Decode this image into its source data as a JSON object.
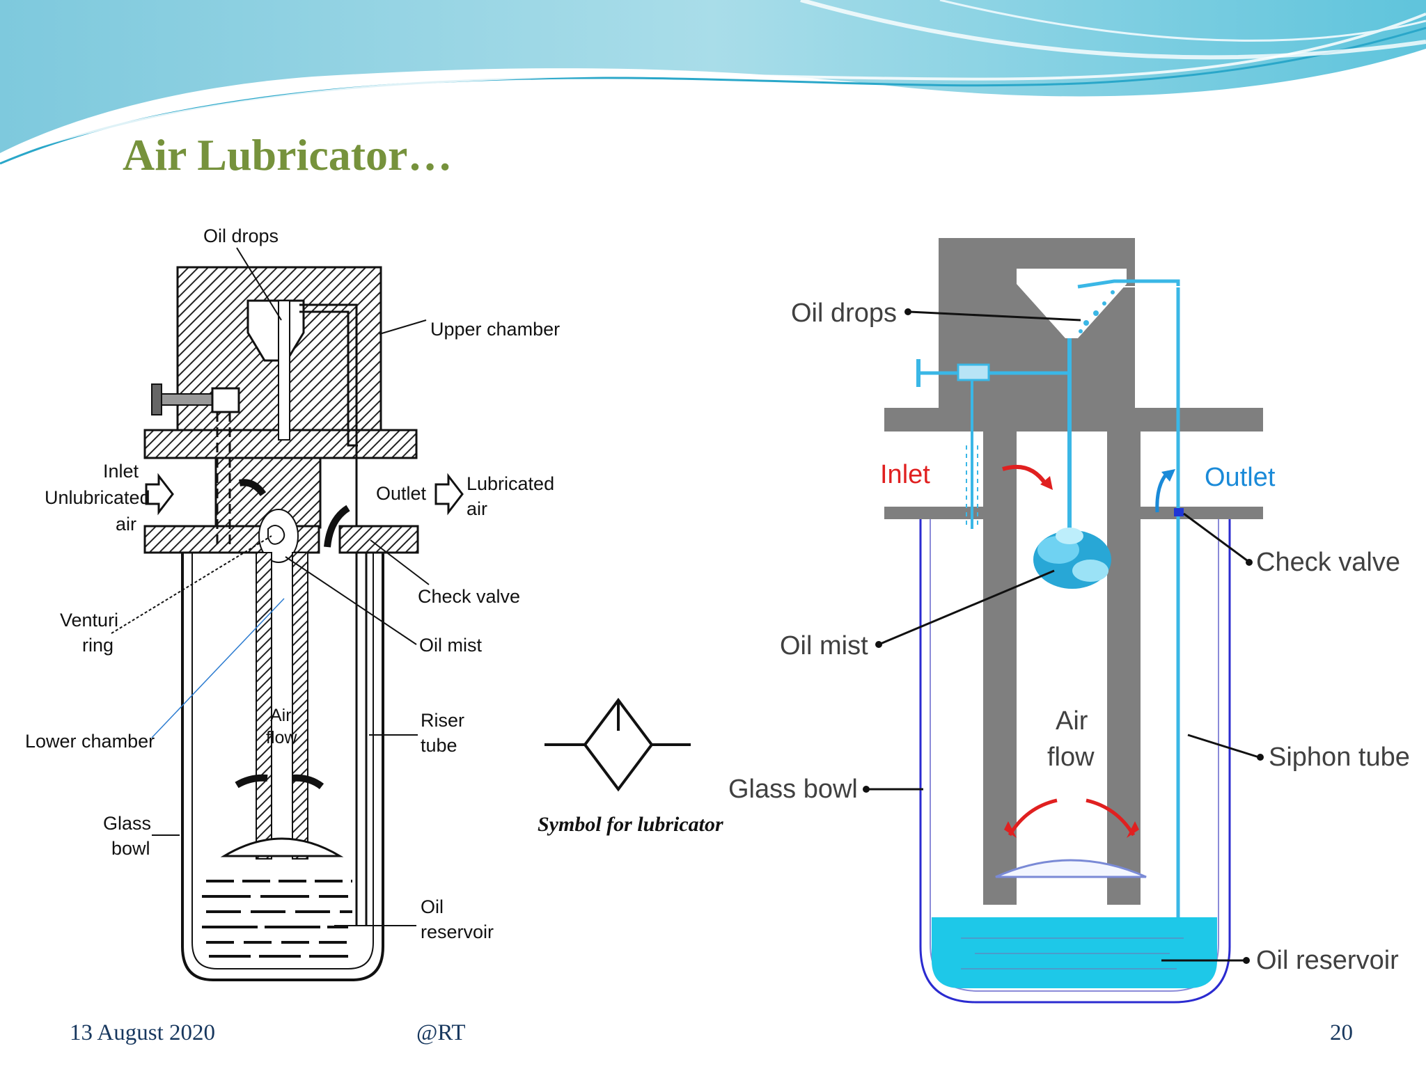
{
  "slide": {
    "title": "Air Lubricator…",
    "colors": {
      "title": "#76923c",
      "banner": "#4bb8d6",
      "bowl_line": "#2b2bd0",
      "oil": "#1ec8e8",
      "inlet_arrow": "#e02020",
      "outlet_arrow": "#1a8ad8",
      "footer": "#17375e"
    }
  },
  "left_diagram": {
    "labels": {
      "oil_drops": "Oil drops",
      "upper_chamber": "Upper chamber",
      "inlet": "Inlet",
      "unlubricated": "Unlubricated",
      "air": "air",
      "outlet": "Outlet",
      "lubricated": "Lubricated",
      "lubricated_air": "air",
      "check_valve": "Check valve",
      "venturi": "Venturi",
      "ring": "ring",
      "oil_mist": "Oil mist",
      "lower_chamber": "Lower chamber",
      "air_flow_1": "Air",
      "air_flow_2": "flow",
      "riser": "Riser",
      "tube": "tube",
      "glass": "Glass",
      "bowl": "bowl",
      "oil": "Oil",
      "reservoir": "reservoir"
    }
  },
  "symbol": {
    "caption": "Symbol for lubricator"
  },
  "right_diagram": {
    "labels": {
      "oil_drops": "Oil drops",
      "inlet": "Inlet",
      "outlet": "Outlet",
      "check_valve": "Check valve",
      "oil_mist": "Oil mist",
      "air": "Air",
      "flow": "flow",
      "glass_bowl": "Glass bowl",
      "siphon_tube": "Siphon tube",
      "oil_reservoir": "Oil reservoir"
    }
  },
  "footer": {
    "date": "13 August 2020",
    "author": "@RT",
    "page": "20"
  }
}
